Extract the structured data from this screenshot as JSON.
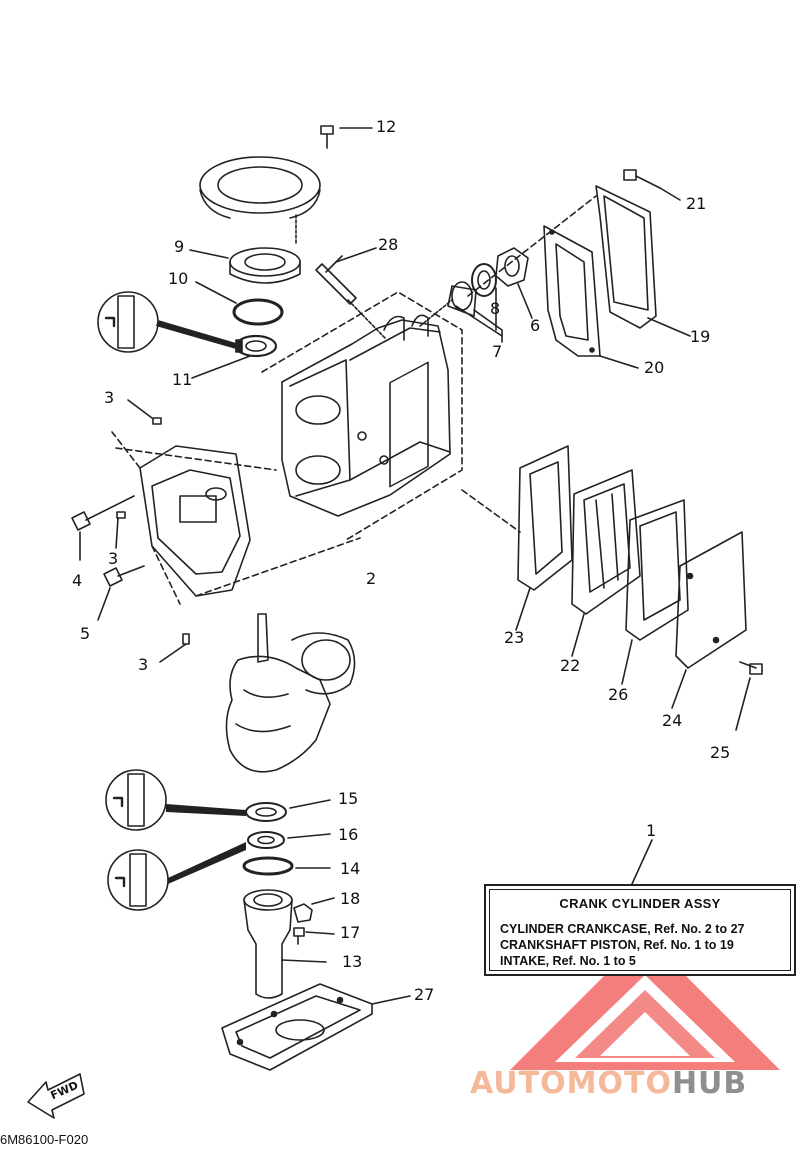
{
  "callouts": {
    "c1": "1",
    "c2": "2",
    "c3a": "3",
    "c3b": "3",
    "c3c": "3",
    "c4": "4",
    "c5": "5",
    "c6": "6",
    "c7": "7",
    "c8": "8",
    "c9": "9",
    "c10": "10",
    "c11": "11",
    "c12": "12",
    "c13": "13",
    "c14": "14",
    "c15": "15",
    "c16": "16",
    "c17": "17",
    "c18": "18",
    "c19": "19",
    "c20": "20",
    "c21": "21",
    "c22": "22",
    "c23": "23",
    "c24": "24",
    "c25": "25",
    "c26": "26",
    "c27": "27",
    "c28": "28"
  },
  "legend": {
    "title": "CRANK  CYLINDER ASSY",
    "rows": [
      "CYLINDER CRANKCASE, Ref. No. 2 to 27",
      "CRANKSHAFT PISTON,    Ref. No. 1 to 19",
      "INTAKE, Ref. No. 1 to 5"
    ]
  },
  "fwd_label": "FWD",
  "diagram_code": "6M86100-F020",
  "watermark": {
    "part1": "AUTOMOTO",
    "part2": "HUB",
    "color1": "#f5b899",
    "color2": "#8f8f8f",
    "logo_color": "#ef5350"
  }
}
